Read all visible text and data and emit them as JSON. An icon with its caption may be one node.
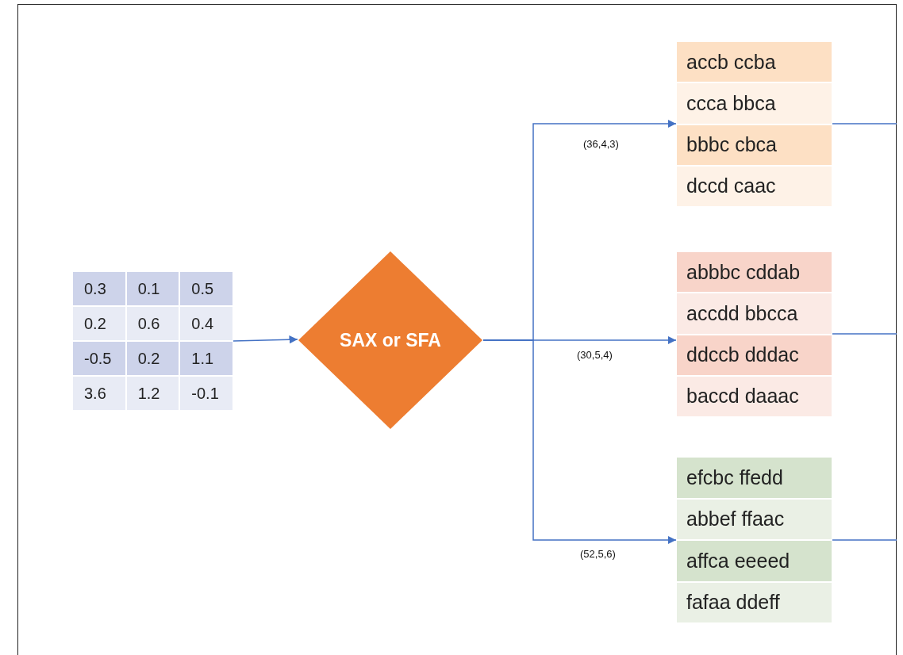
{
  "diagram": {
    "nodes": [
      {
        "text": [
          "0.3",
          "0.1",
          "0.5",
          "0.2",
          "0.6",
          "0.4",
          "-0.5",
          "0.2",
          "1.1",
          "3.6",
          "1.2",
          "-0.1"
        ]
      },
      {
        "text": [
          "SAX or SFA"
        ]
      },
      {
        "text": [
          "accb ccba",
          "ccca bbca",
          "bbbc cbca",
          "dccd caac"
        ]
      },
      {
        "text": [
          "abbbc cddab",
          "accdd bbcca",
          "ddccb dddac",
          "baccd daaac"
        ]
      },
      {
        "text": [
          "efcbc ffedd",
          "abbef ffaac",
          "affca eeeed",
          "fafaa ddeff"
        ]
      }
    ],
    "edges": [
      {
        "from": 0,
        "to": 1,
        "arrow": "to"
      },
      {
        "from": 1,
        "to": 2,
        "arrow": "to",
        "label": "(36,4,3)"
      },
      {
        "from": 1,
        "to": 3,
        "arrow": "to",
        "label": "(30,5,4)"
      },
      {
        "from": 1,
        "to": 4,
        "arrow": "to",
        "label": "(52,5,6)"
      },
      {
        "from": 2,
        "to": null,
        "arrow": "none"
      },
      {
        "from": 3,
        "to": null,
        "arrow": "none"
      },
      {
        "from": 4,
        "to": null,
        "arrow": "none"
      }
    ]
  }
}
